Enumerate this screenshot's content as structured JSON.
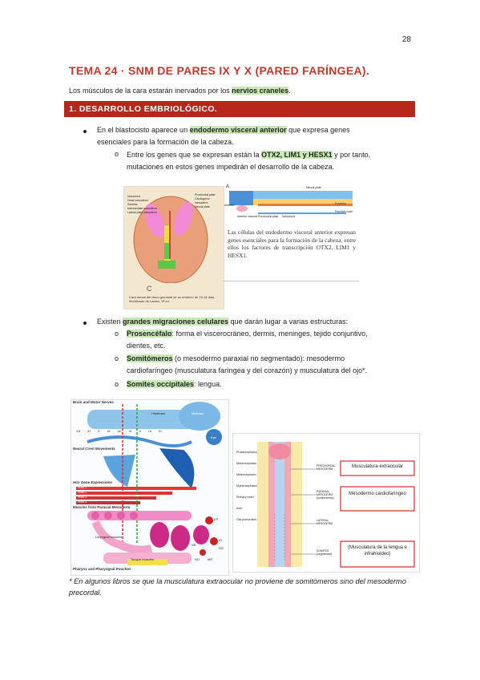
{
  "page_number": "28",
  "title": "TEMA 24 · SNM DE PARES IX Y X (PARED FARÍNGEA).",
  "intro": {
    "before": "Los músculos de la cara estarán inervados por los ",
    "highlight": "nervios craneles",
    "after": "."
  },
  "section": {
    "title": "1. DESARROLLO EMBRIOLÓGICO."
  },
  "bullet1": {
    "before": "En el blastocisto aparece un ",
    "highlight": "endodermo visceral anterior",
    "after": " que expresa genes",
    "line2": "esenciales para la formación de la cabeza.",
    "sub": {
      "marker": "o",
      "before": "Entre los genes que se expresan están la ",
      "highlight": "OTX2, LIM1 y HESX1",
      "after": " y por tanto,",
      "line2": "mutaciones en estos genes impedirán el desarrollo de la cabeza."
    }
  },
  "figure1": {
    "caption_left": "Cara dorsal del disco germinal de un embrión de 15-16 días. Modificado de Larsen, 6ª ed",
    "caption_right": "Las células del endodermo visceral anterior expresan genes esenciales para la formación de la cabeza, entre ellos los factores de transcripción OTX2, LIM1 y HESX1.",
    "labels_left": [
      "Notochord",
      "Head mesoderm",
      "Somites",
      "Intermediate mesoderm",
      "Lateral plate mesoderm",
      "Prochordal plate",
      "Cardiogenic mesoderm",
      "Neural plate"
    ],
    "labels_right": [
      "Anterior",
      "Posterior",
      "Neural plate",
      "Notochord",
      "Primitive node",
      "Anterior visceral",
      "Prechordal plate"
    ],
    "letter_a": "A",
    "letter_c": "C"
  },
  "bullet2": {
    "before": "Existen ",
    "highlight": "grandes migraciones celulares",
    "after": " que darán lugar a varias estructuras:",
    "items": [
      {
        "marker": "o",
        "term": "Prosencéfalo",
        "rest": ": forma el viscerocráneo, dermis, meninges, tejido conjuntivo,",
        "line2": "dientes, etc."
      },
      {
        "marker": "o",
        "term": "Somitómeros",
        "rest": " (o mesodermo paraxial no segmentado): mesodermo",
        "line2": "cardiofaríngeo (musculatura faríngea y del corazón) y musculatura del ojo*."
      },
      {
        "marker": "o",
        "term": "Somites occipitales",
        "rest": ": lengua.",
        "line2": ""
      }
    ]
  },
  "figure2": {
    "headings": [
      "Brain and Motor Nerves",
      "Neural Crest Movements",
      "Hox Gene Expressions",
      "Muscles from Paraxial Mesoderm",
      "Pharynx and Pharyngeal Pouches"
    ],
    "labels": [
      "Midbrain",
      "Eye",
      "Hindbrain",
      "Hoxb-1",
      "Hoxb-2",
      "Hoxb-3",
      "Hoxb-4",
      "Laryngeal muscles",
      "Tongue muscles",
      "LR",
      "SR",
      "IO",
      "DO",
      "VO",
      "MR"
    ],
    "numerals": [
      "XII",
      "XI",
      "X",
      "IX",
      "VII",
      "VI",
      "V",
      "IV",
      "III"
    ]
  },
  "figure3": {
    "labels_left": [
      "Prosencephalon",
      "Mesencephalon",
      "Metencephalon",
      "Myelencephalon",
      "Primary heart tube",
      "Otic primordium"
    ],
    "boxes": [
      "Musculatura extraocular",
      "Mesodermo cardiofaríngeo",
      "(Musculatura de la lengua e infrahioideo)"
    ],
    "mid_labels": [
      "PRECHORDAL MESODERM",
      "PARAXIAL MESODERM (somitomeres)",
      "LATERAL MESODERM",
      "SOMITES (segmented)"
    ]
  },
  "note": "* En algunos libros se que la musculatura extraocular no proviene de somitómeros sino del mesodermo precordal.",
  "colors": {
    "title": "#c0392b",
    "section_bar": "#b5271b",
    "highlight": "#c8e9b4"
  }
}
